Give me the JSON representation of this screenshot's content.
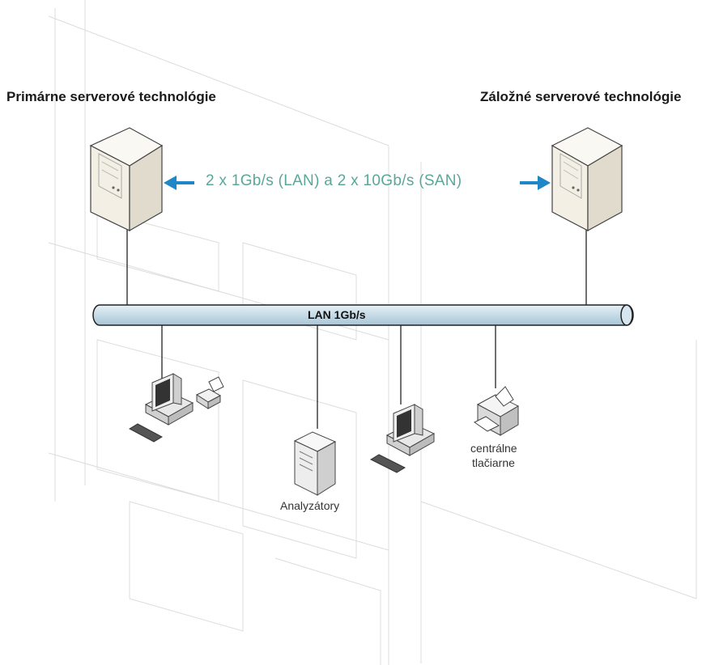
{
  "diagram": {
    "primary_label": "Primárne serverové technológie",
    "backup_label": "Záložné serverové technológie",
    "link_label": "2 x 1Gb/s (LAN) a 2 x 10Gb/s (SAN)",
    "bus_label": "LAN 1Gb/s",
    "analyzers_label": "Analyzátory",
    "printers_label_line1": "centrálne",
    "printers_label_line2": "tlačiarne"
  },
  "colors": {
    "link_text": "#5aa79a",
    "arrow": "#1f86c8",
    "bus_fill": "#c9dde8",
    "bus_stroke": "#333333"
  },
  "icons": [
    "primary-server-icon",
    "backup-server-icon",
    "workstation-icon",
    "desktop-printer-icon",
    "analyzer-server-icon",
    "central-printer-icon"
  ]
}
